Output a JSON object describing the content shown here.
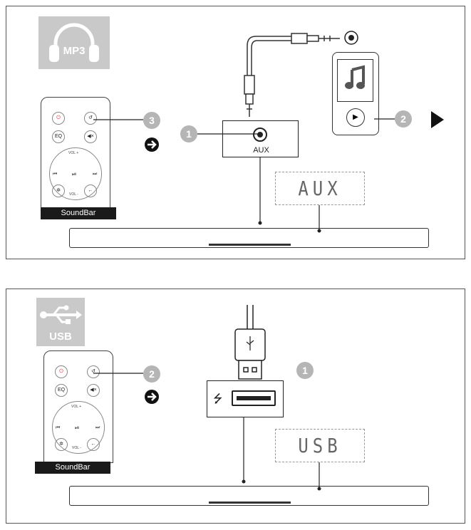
{
  "aux_section": {
    "badge_label": "MP3",
    "remote_label": "SoundBar",
    "remote_buttons": {
      "eq": "EQ",
      "vol_up": "VOL +",
      "vol_down": "VOL -"
    },
    "step_remote": "3",
    "step_jack": "1",
    "step_player": "2",
    "jack_label": "AUX",
    "display_text": "AUX",
    "icons": [
      "headphones-icon",
      "music-note-icon",
      "play-icon",
      "arrow-right-circle-icon",
      "play-triangle-icon"
    ]
  },
  "usb_section": {
    "badge_label": "USB",
    "remote_label": "SoundBar",
    "remote_buttons": {
      "eq": "EQ",
      "vol_up": "VOL +",
      "vol_down": "VOL -"
    },
    "step_remote": "2",
    "step_port": "1",
    "display_text": "USB",
    "icons": [
      "usb-icon",
      "arrow-right-circle-icon"
    ]
  }
}
